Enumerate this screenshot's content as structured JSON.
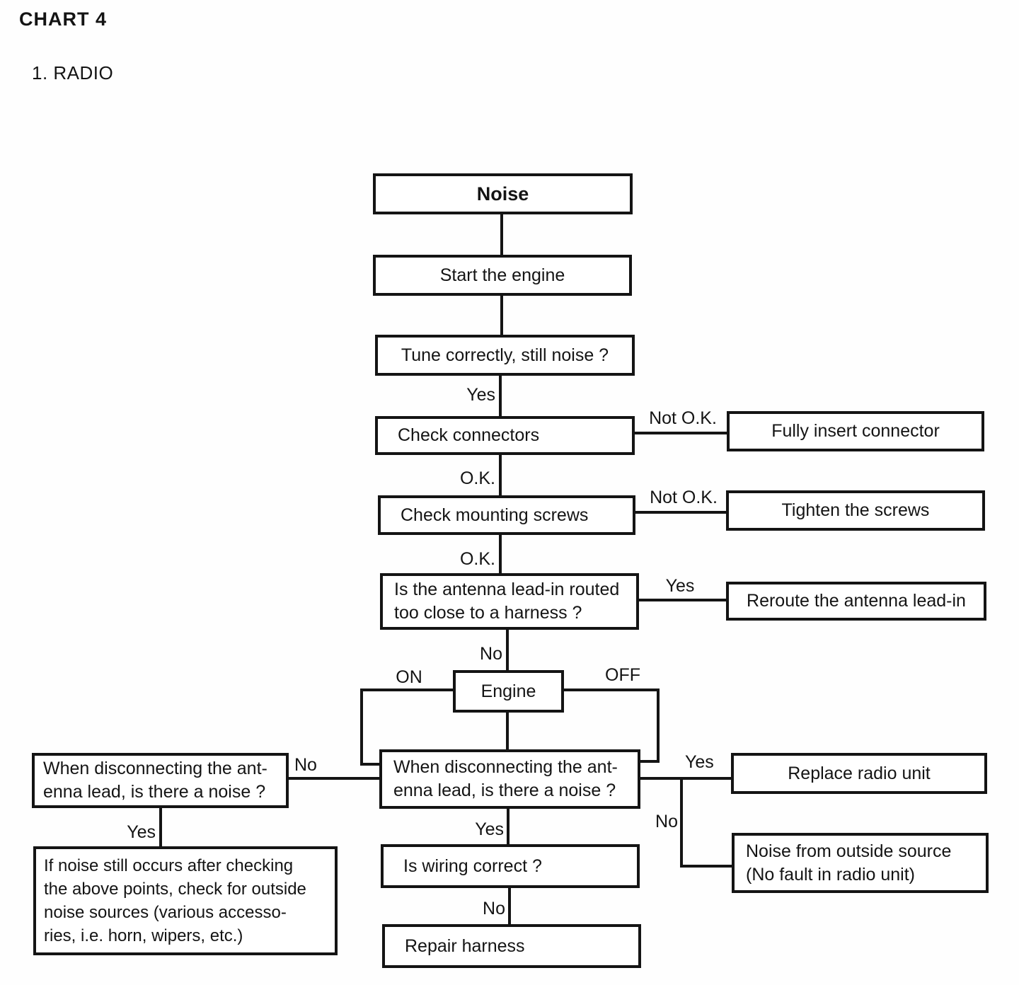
{
  "page": {
    "title": "CHART 4",
    "section": "1. RADIO"
  },
  "colors": {
    "ink": "#141414",
    "paper": "#fefefe"
  },
  "flowchart": {
    "nodes": {
      "noise": {
        "label": "Noise"
      },
      "start_engine": {
        "label": "Start the engine"
      },
      "tune_correctly": {
        "label": "Tune correctly, still noise ?"
      },
      "check_connectors": {
        "label": "Check connectors"
      },
      "fully_insert_connector": {
        "label": "Fully insert connector"
      },
      "check_mounting_screws": {
        "label": "Check mounting screws"
      },
      "tighten_screws": {
        "label": "Tighten the screws"
      },
      "antenna_lead_in": {
        "lines": [
          "Is the antenna lead-in routed",
          "too close to a harness ?"
        ]
      },
      "reroute_antenna": {
        "label": "Reroute the antenna lead-in"
      },
      "engine": {
        "label": "Engine"
      },
      "disconnect_antenna_left": {
        "lines": [
          "When disconnecting the ant-",
          "enna lead, is there a noise ?"
        ]
      },
      "disconnect_antenna_center": {
        "lines": [
          "When disconnecting the ant-",
          "enna lead, is there a noise ?"
        ]
      },
      "replace_radio_unit": {
        "label": "Replace radio unit"
      },
      "noise_outside_source": {
        "lines": [
          "Noise from outside source",
          "(No fault in radio unit)"
        ]
      },
      "check_outside_sources": {
        "lines": [
          "If noise still occurs after checking",
          "the above points, check for outside",
          "noise sources (various accesso-",
          "ries, i.e. horn, wipers, etc.)"
        ]
      },
      "is_wiring_correct": {
        "label": "Is wiring correct ?"
      },
      "repair_harness": {
        "label": "Repair harness"
      }
    },
    "edge_labels": {
      "tune_yes": "Yes",
      "connectors_not_ok": "Not O.K.",
      "connectors_ok": "O.K.",
      "screws_not_ok": "Not O.K.",
      "screws_ok": "O.K.",
      "antenna_yes": "Yes",
      "antenna_no": "No",
      "engine_on": "ON",
      "engine_off": "OFF",
      "left_no": "No",
      "center_yes_right": "Yes",
      "center_no_right": "No",
      "left_yes_down": "Yes",
      "center_yes_down": "Yes",
      "wiring_no": "No"
    }
  }
}
